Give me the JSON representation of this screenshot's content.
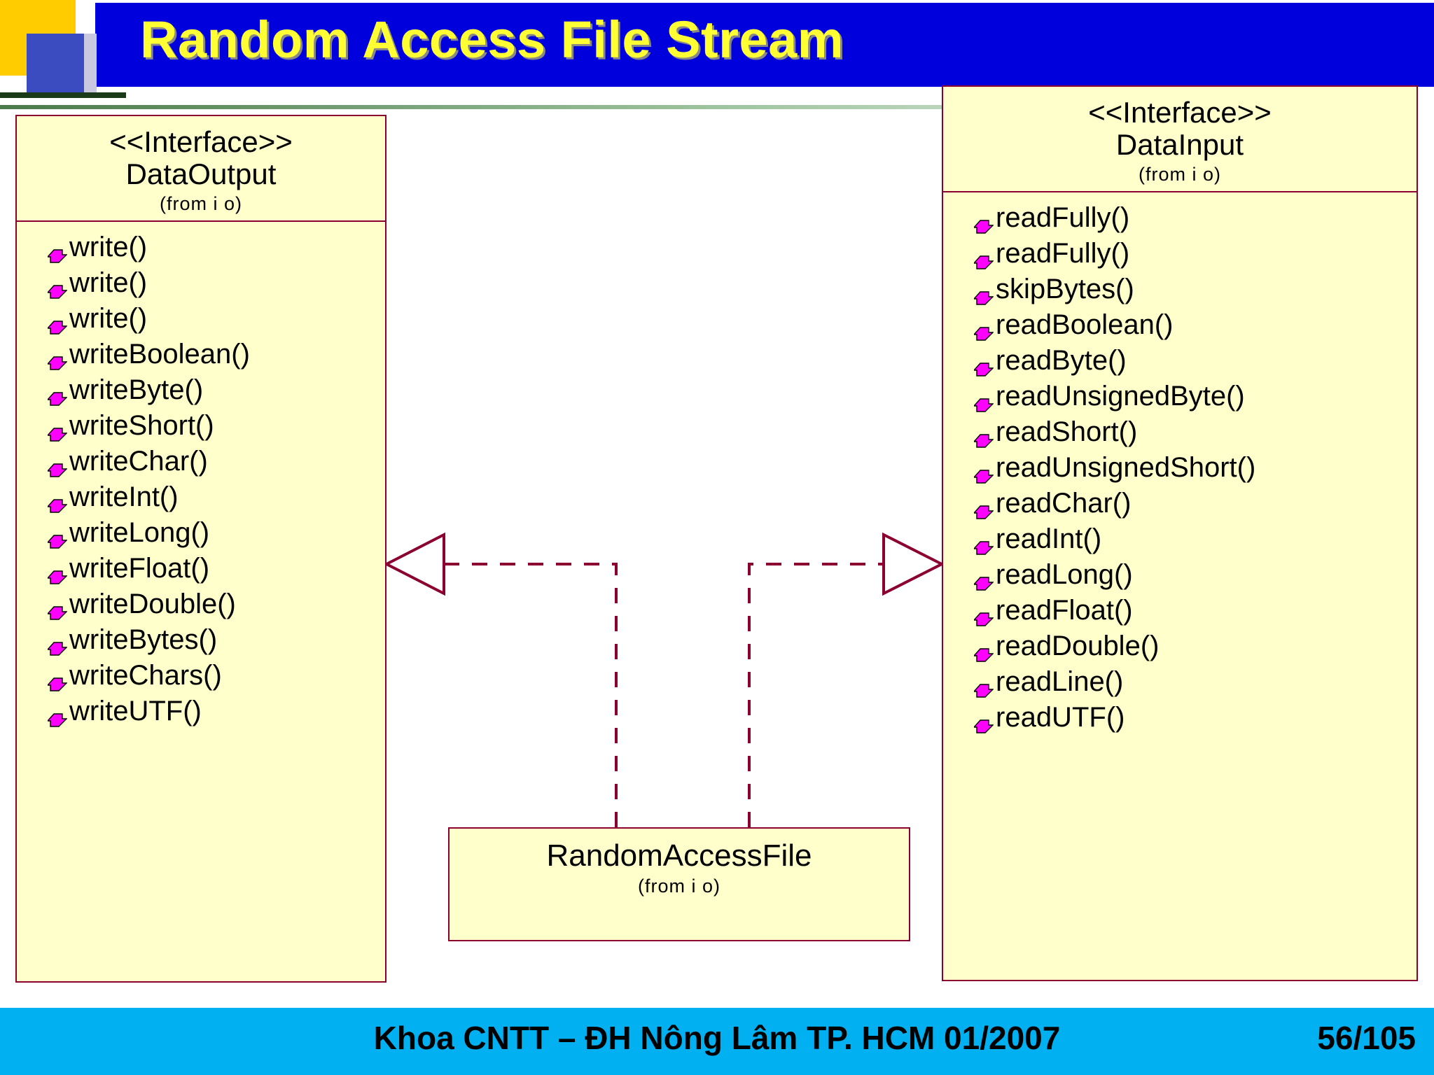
{
  "slide": {
    "title": "Random Access File Stream",
    "footer_text": "Khoa CNTT – ĐH Nông Lâm TP. HCM 01/2007",
    "page_number": "56/105"
  },
  "colors": {
    "title_bar": "#0000dd",
    "title_text": "#ffff33",
    "box_fill": "#ffffcc",
    "box_border": "#8b0030",
    "footer_bar": "#00b0f0",
    "method_icon": "#ff00ff"
  },
  "diagram": {
    "type": "uml-class-diagram",
    "boxes": [
      {
        "id": "dataoutput",
        "stereotype": "<<Interface>>",
        "name": "DataOutput",
        "package": "(from i o)",
        "members": [
          "write()",
          "write()",
          "write()",
          "writeBoolean()",
          "writeByte()",
          "writeShort()",
          "writeChar()",
          "writeInt()",
          "writeLong()",
          "writeFloat()",
          "writeDouble()",
          "writeBytes()",
          "writeChars()",
          "writeUTF()"
        ]
      },
      {
        "id": "datainput",
        "stereotype": "<<Interface>>",
        "name": "DataInput",
        "package": "(from i o)",
        "members": [
          "readFully()",
          "readFully()",
          "skipBytes()",
          "readBoolean()",
          "readByte()",
          "readUnsignedByte()",
          "readShort()",
          "readUnsignedShort()",
          "readChar()",
          "readInt()",
          "readLong()",
          "readFloat()",
          "readDouble()",
          "readLine()",
          "readUTF()"
        ]
      },
      {
        "id": "randomaccessfile",
        "stereotype": "",
        "name": "RandomAccessFile",
        "package": "(from i o)",
        "members": []
      }
    ],
    "relations": [
      {
        "from": "randomaccessfile",
        "to": "dataoutput",
        "kind": "realization-dashed-hollow-triangle"
      },
      {
        "from": "randomaccessfile",
        "to": "datainput",
        "kind": "realization-dashed-hollow-triangle"
      }
    ]
  }
}
